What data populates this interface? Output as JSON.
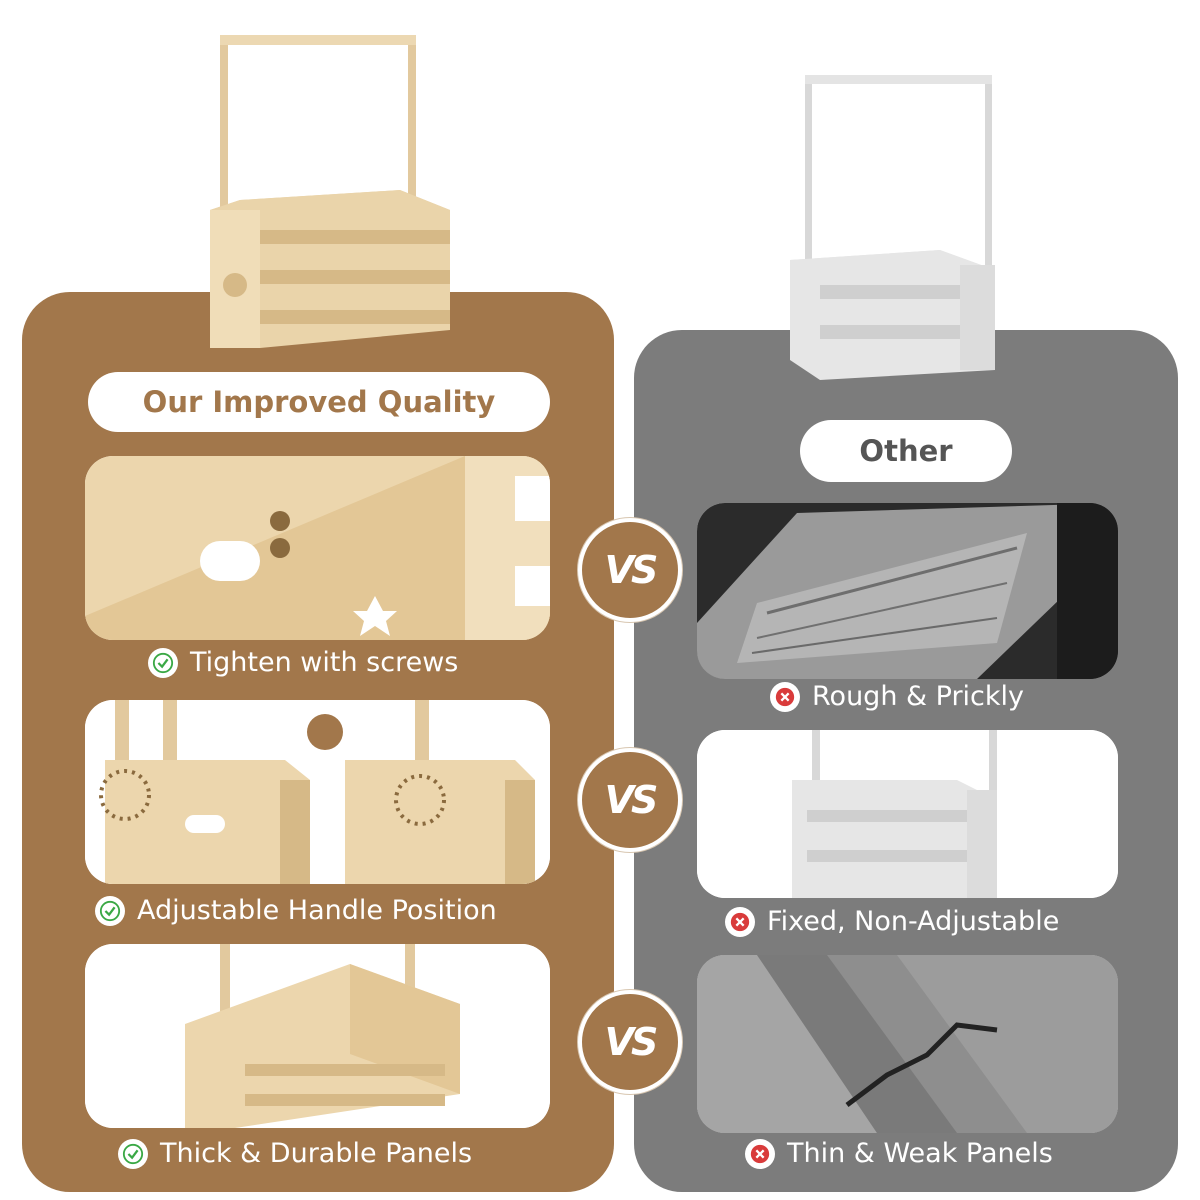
{
  "left_header": "Our Improved Quality",
  "right_header": "Other",
  "vs_label": "VS",
  "features": [
    {
      "good": "Tighten with screws",
      "bad": "Rough & Prickly"
    },
    {
      "good": "Adjustable Handle Position",
      "bad": "Fixed, Non-Adjustable"
    },
    {
      "good": "Thick & Durable Panels",
      "bad": "Thin & Weak Panels"
    }
  ],
  "colors": {
    "brand": "#a2774b",
    "other": "#7c7c7c",
    "check": "#3aa845",
    "cross": "#d93b3b"
  },
  "icons": [
    "check-icon",
    "cross-icon",
    "swap-icon"
  ]
}
